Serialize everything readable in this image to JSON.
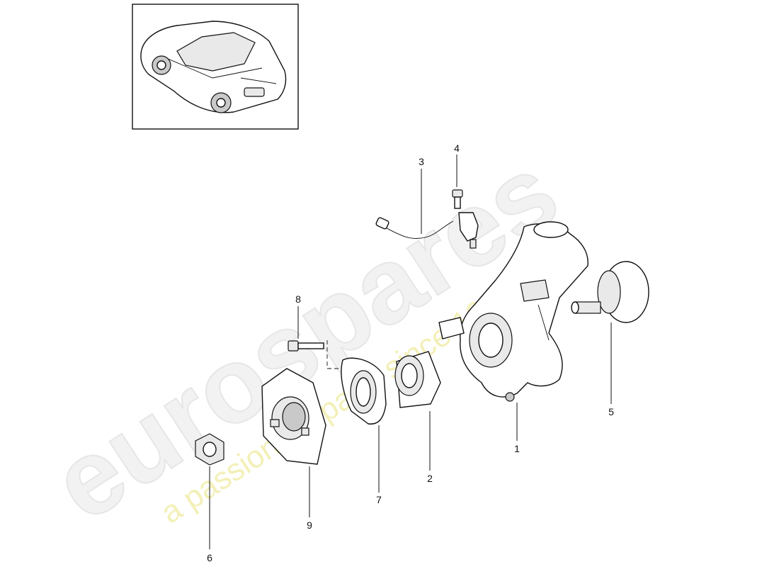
{
  "watermark": {
    "brand": "eurospares",
    "tagline": "a passion for parts since 1985"
  },
  "callouts": [
    {
      "number": "1"
    },
    {
      "number": "2"
    },
    {
      "number": "3"
    },
    {
      "number": "4"
    },
    {
      "number": "5"
    },
    {
      "number": "6"
    },
    {
      "number": "7"
    },
    {
      "number": "8"
    },
    {
      "number": "9"
    }
  ]
}
